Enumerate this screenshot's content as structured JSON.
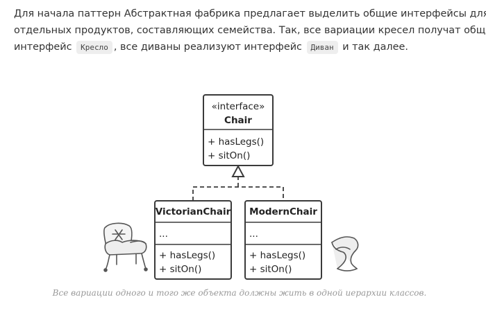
{
  "paragraph": {
    "line1": "Для начала паттерн Абстрактная фабрика предлагает выделить общие интерфейсы для",
    "line2": "отдельных продуктов, составляющих семейства. Так, все вариации кресел получат общий",
    "line3_pre": "интерфейс",
    "code1": "Кресло",
    "line3_mid": ", все диваны реализуют интерфейс",
    "code2": "Диван",
    "line3_post": "и так далее."
  },
  "diagram": {
    "interface": {
      "stereotype": "«interface»",
      "name": "Chair",
      "methods": [
        "+ hasLegs()",
        "+ sitOn()"
      ]
    },
    "classes": [
      {
        "name": "VictorianChair",
        "fields": "...",
        "methods": [
          "+ hasLegs()",
          "+ sitOn()"
        ]
      },
      {
        "name": "ModernChair",
        "fields": "...",
        "methods": [
          "+ hasLegs()",
          "+ sitOn()"
        ]
      }
    ],
    "illustrations": [
      "victorian-armchair-icon",
      "modern-chair-icon"
    ]
  },
  "caption": "Все вариации одного и того же объекта должны жить в одной иерархии классов."
}
